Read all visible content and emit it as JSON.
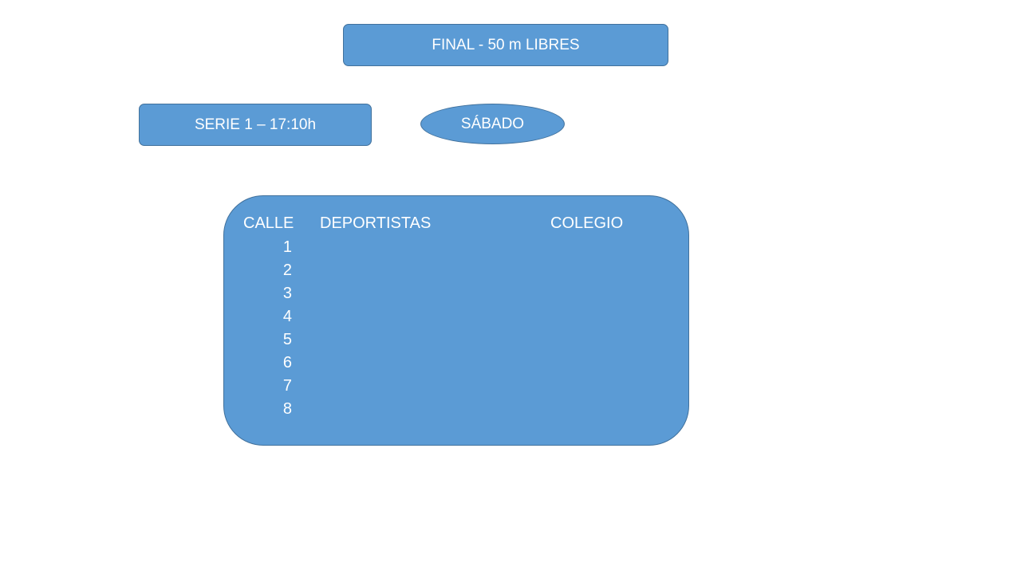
{
  "slide": {
    "title": "FINAL - 50 m LIBRES",
    "series": "SERIE 1 – 17:10h",
    "day": "SÁBADO",
    "table": {
      "headers": {
        "lane": "CALLE",
        "athletes": "DEPORTISTAS",
        "school": "COLEGIO"
      },
      "lanes": [
        "1",
        "2",
        "3",
        "4",
        "5",
        "6",
        "7",
        "8"
      ]
    },
    "colors": {
      "fill": "#5b9bd5",
      "border": "#41719c",
      "text": "#ffffff",
      "background": "#ffffff"
    }
  }
}
